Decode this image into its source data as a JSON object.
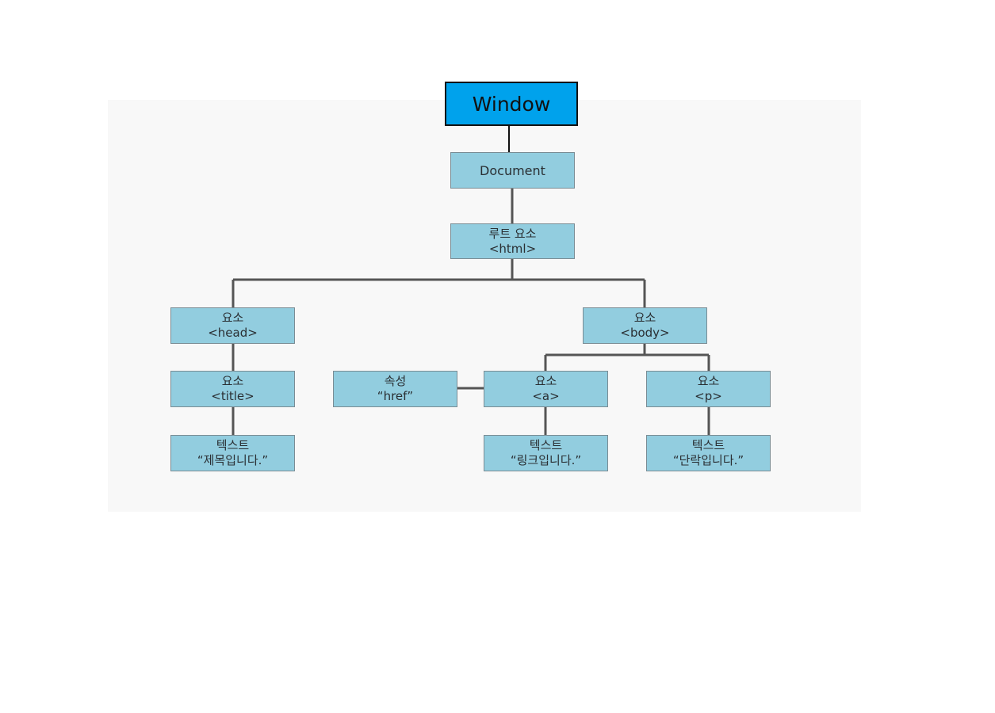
{
  "diagram": {
    "nodes": {
      "window": {
        "lines": [
          "Window"
        ]
      },
      "document": {
        "lines": [
          "Document"
        ]
      },
      "html": {
        "lines": [
          "루트 요소",
          "<html>"
        ]
      },
      "head": {
        "lines": [
          "요소",
          "<head>"
        ]
      },
      "body": {
        "lines": [
          "요소",
          "<body>"
        ]
      },
      "title": {
        "lines": [
          "요소",
          "<title>"
        ]
      },
      "href": {
        "lines": [
          "속성",
          "“href”"
        ]
      },
      "a": {
        "lines": [
          "요소",
          "<a>"
        ]
      },
      "p": {
        "lines": [
          "요소",
          "<p>"
        ]
      },
      "title_text": {
        "lines": [
          "텍스트",
          "“제목입니다.”"
        ]
      },
      "a_text": {
        "lines": [
          "텍스트",
          "“링크입니다.”"
        ]
      },
      "p_text": {
        "lines": [
          "텍스트",
          "“단락입니다.”"
        ]
      }
    },
    "edges": [
      [
        "window",
        "document"
      ],
      [
        "document",
        "html"
      ],
      [
        "html",
        "head"
      ],
      [
        "html",
        "body"
      ],
      [
        "head",
        "title"
      ],
      [
        "title",
        "title_text"
      ],
      [
        "body",
        "a"
      ],
      [
        "body",
        "p"
      ],
      [
        "href",
        "a"
      ],
      [
        "a",
        "a_text"
      ],
      [
        "p",
        "p_text"
      ]
    ],
    "colors": {
      "window_fill": "#00a2ec",
      "node_fill": "#92cddf",
      "connector": "#555555"
    }
  }
}
